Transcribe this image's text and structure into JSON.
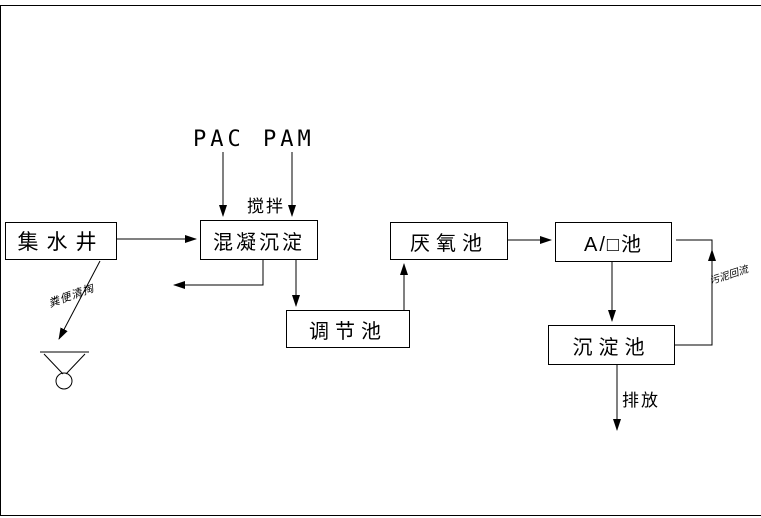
{
  "diagram": {
    "colors": {
      "ink": "#000000",
      "background": "#ffffff"
    },
    "chemical_labels": {
      "pac": "PAC",
      "pam": "PAM"
    },
    "annotations": {
      "stirring": "搅拌",
      "discharge": "排放",
      "manure_removal": "粪便清掏",
      "sludge_return": "污泥回流"
    },
    "boxes": [
      {
        "id": "collection-well",
        "label": "集水井"
      },
      {
        "id": "coagulation-sedimentation",
        "label": "混凝沉淀"
      },
      {
        "id": "anaerobic-tank",
        "label": "厌氧池"
      },
      {
        "id": "ao-tank",
        "label": "A/□池"
      },
      {
        "id": "regulating-tank",
        "label": "调节池"
      },
      {
        "id": "sedimentation-tank",
        "label": "沉淀池"
      }
    ]
  }
}
